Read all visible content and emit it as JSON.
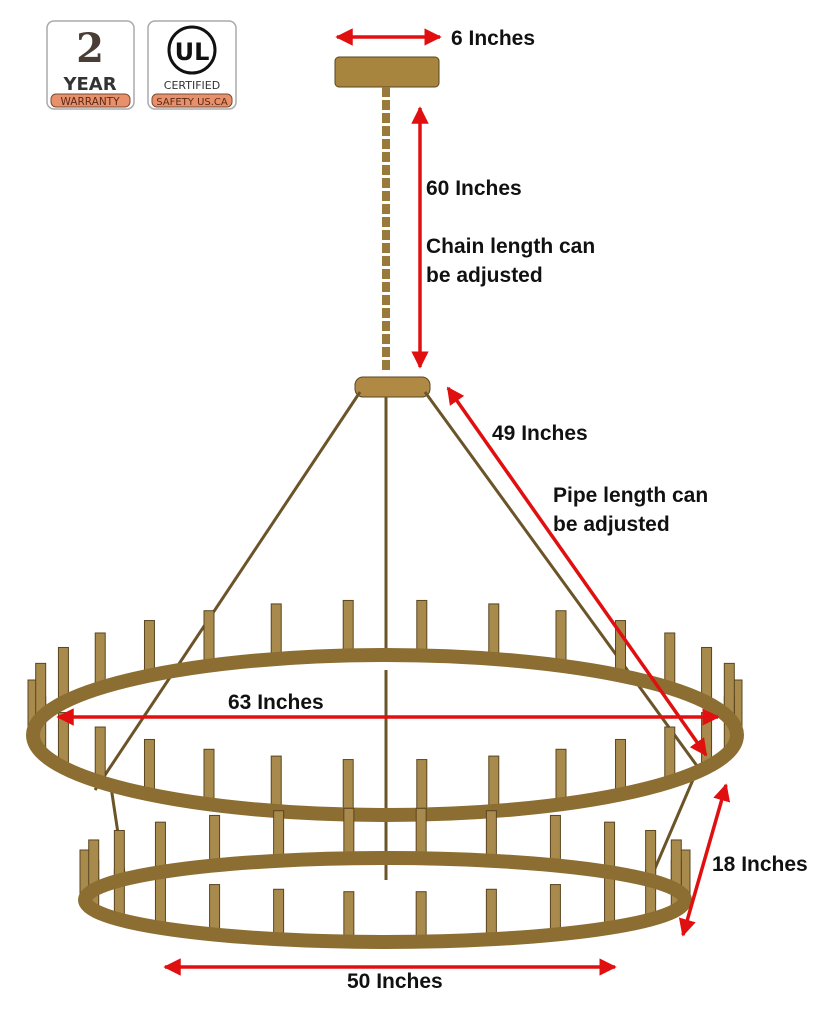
{
  "badges": {
    "warranty": {
      "number": "2",
      "word": "YEAR",
      "ribbon": "WARRANTY"
    },
    "ul": {
      "logo": "UL",
      "word": "CERTIFIED",
      "ribbon": "SAFETY US.CA"
    }
  },
  "dimensions": {
    "canopy": "6 Inches",
    "chain": "60 Inches",
    "chain_note_1": "Chain length can",
    "chain_note_2": "be adjusted",
    "pipe": "49 Inches",
    "pipe_note_1": "Pipe length can",
    "pipe_note_2": "be adjusted",
    "upper_ring": "63 Inches",
    "tier_height": "18 Inches",
    "lower_ring": "50 Inches"
  },
  "colors": {
    "arrow": "#e01010",
    "brass": "#9a7a3a",
    "badge_ribbon": "#e8906a"
  }
}
